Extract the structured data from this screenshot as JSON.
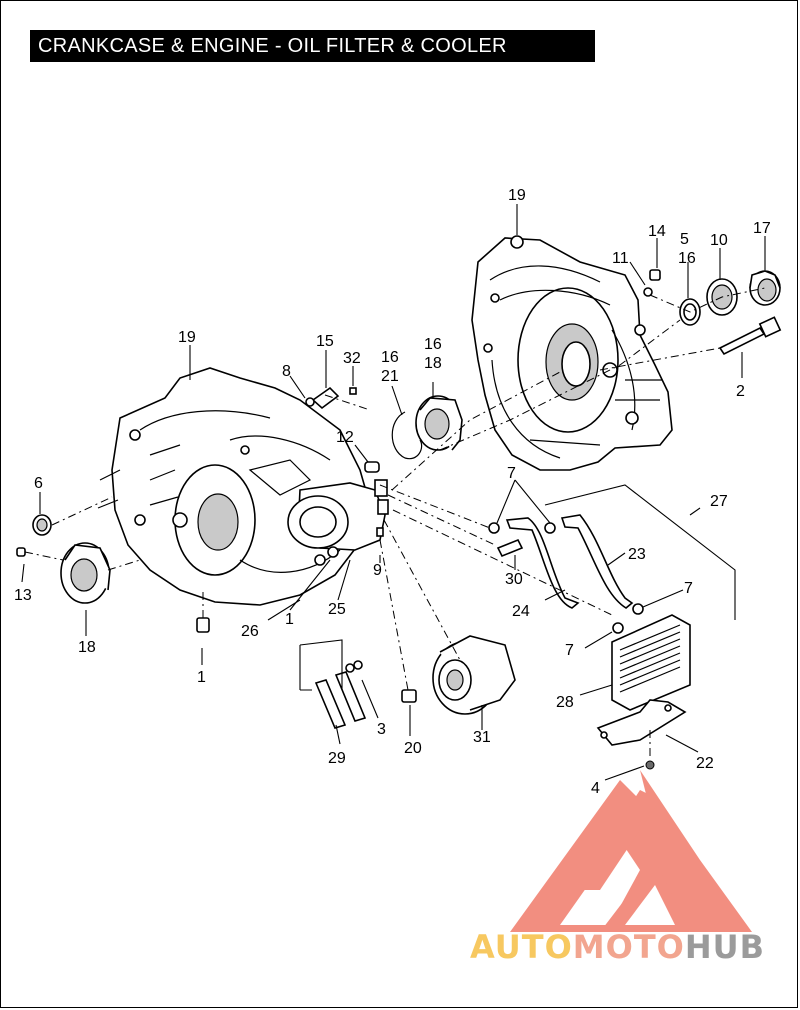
{
  "title": "CRANKCASE & ENGINE - OIL FILTER & COOLER",
  "watermark": {
    "brand_parts": [
      "AUTO",
      "MOTO",
      "HUB"
    ],
    "colors": {
      "logo": "#f07b6a",
      "auto": "#f7c860",
      "moto": "#f2a58f",
      "hub": "#9b9b9b"
    }
  },
  "callouts": {
    "c19a": "19",
    "c14": "14",
    "c5": "5",
    "c10": "10",
    "c17": "17",
    "c11": "11",
    "c16a": "16",
    "c19b": "19",
    "c15": "15",
    "c32": "32",
    "c8": "8",
    "c16b": "16",
    "c21": "21",
    "c16c": "16",
    "c18a": "18",
    "c2": "2",
    "c12": "12",
    "c6": "6",
    "c7a": "7",
    "c27": "27",
    "c9": "9",
    "c23": "23",
    "c13": "13",
    "c30": "30",
    "c7b": "7",
    "c25": "25",
    "c24": "24",
    "c26": "26",
    "c1a": "1",
    "c18b": "18",
    "c7c": "7",
    "c1b": "1",
    "c28": "28",
    "c3": "3",
    "c20": "20",
    "c31": "31",
    "c29": "29",
    "c22": "22",
    "c4": "4"
  }
}
